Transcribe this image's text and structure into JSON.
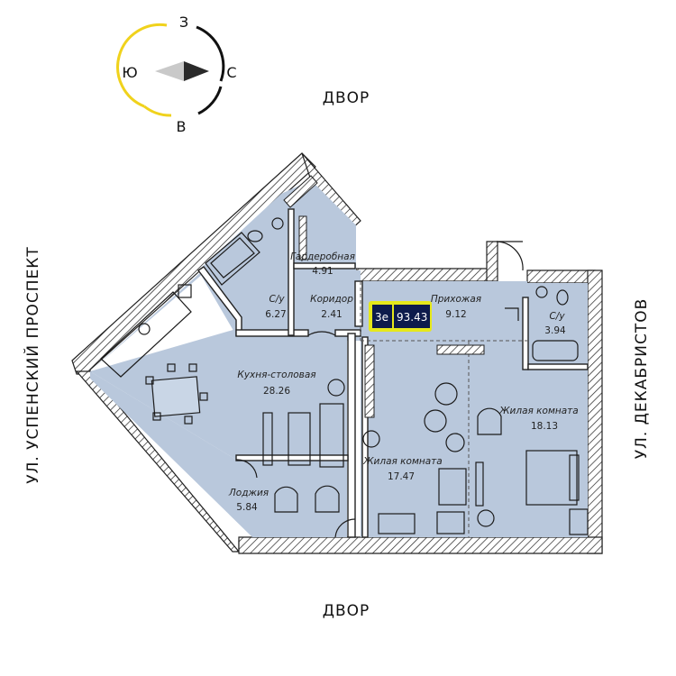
{
  "compass": {
    "north": "З",
    "south": "В",
    "west": "Ю",
    "east": "С"
  },
  "streets": {
    "top": "ДВОР",
    "bottom": "ДВОР",
    "left": "УЛ. УСПЕНСКИЙ ПРОСПЕКТ",
    "right": "УЛ. ДЕКАБРИСТОВ"
  },
  "badge": {
    "code": "3е",
    "area": "93.43"
  },
  "rooms": {
    "wardrobe": {
      "name": "Гардеробная",
      "area": "4.91"
    },
    "bath_left": {
      "name": "С/у",
      "area": "6.27"
    },
    "corridor": {
      "name": "Коридор",
      "area": "2.41"
    },
    "hall": {
      "name": "Прихожая",
      "area": "9.12"
    },
    "bath_right": {
      "name": "С/у",
      "area": "3.94"
    },
    "kitchen": {
      "name": "Кухня-столовая",
      "area": "28.26"
    },
    "living_right": {
      "name": "Жилая комната",
      "area": "18.13"
    },
    "living_mid": {
      "name": "Жилая комната",
      "area": "17.47"
    },
    "loggia": {
      "name": "Лоджия",
      "area": "5.84"
    }
  },
  "colors": {
    "floor": "#b9c8dc",
    "badge_bg": "#0d1b4c",
    "badge_accent": "#e6e81a",
    "compass_arc": "#f0d21c"
  }
}
